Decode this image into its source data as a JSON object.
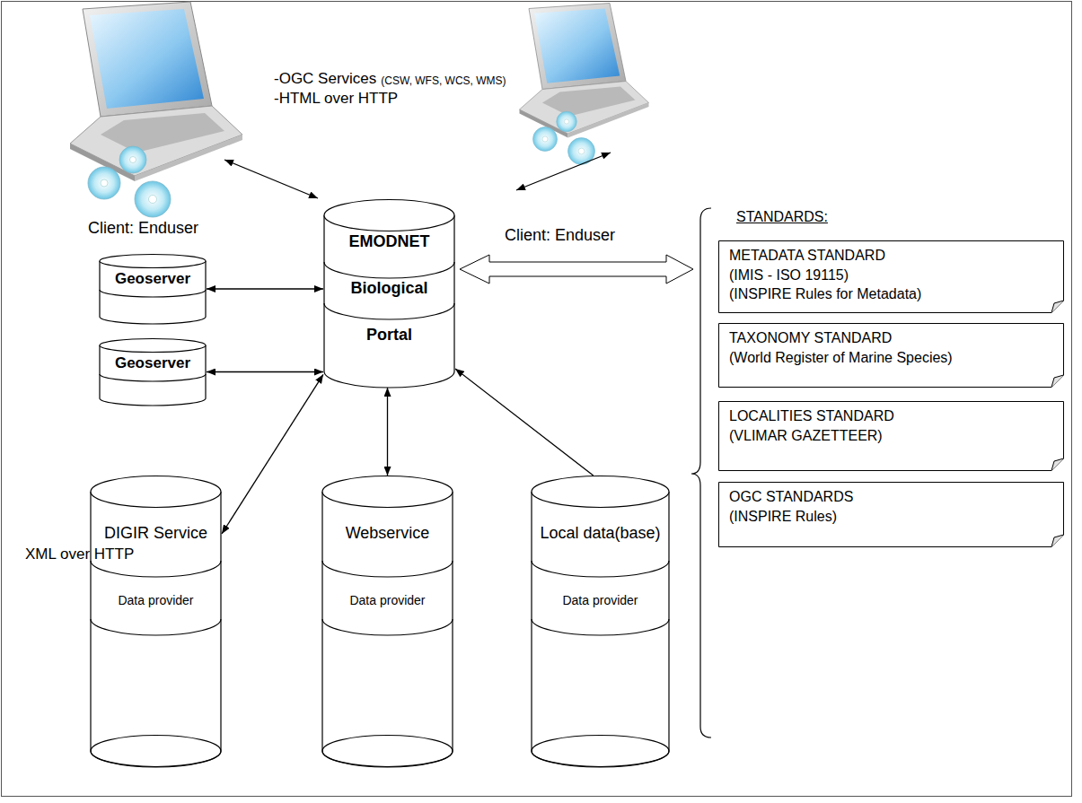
{
  "diagram": {
    "nodes": [
      {
        "text": [
          "EMODNET",
          "Biological",
          "Portal"
        ]
      },
      {
        "text": [
          "Geoserver"
        ]
      },
      {
        "text": [
          "Geoserver"
        ]
      },
      {
        "text": [
          "DIGIR Service",
          "Data provider"
        ]
      },
      {
        "text": [
          "Webservice",
          "Data provider"
        ]
      },
      {
        "text": [
          "Local data(base)",
          "Data provider"
        ]
      },
      {
        "text": [
          "METADATA STANDARD",
          "(IMIS - ISO 19115)",
          "(INSPIRE Rules for Metadata)"
        ]
      },
      {
        "text": [
          "TAXONOMY STANDARD",
          "(World Register of Marine Species)"
        ]
      },
      {
        "text": [
          "LOCALITIES STANDARD",
          "(VLIMAR GAZETTEER)"
        ]
      },
      {
        "text": [
          "OGC STANDARDS",
          "(INSPIRE Rules)"
        ]
      }
    ],
    "edges": [
      {
        "from": 1,
        "to": 0,
        "arrow": "both"
      },
      {
        "from": 2,
        "to": 0,
        "arrow": "both"
      },
      {
        "from": 3,
        "to": 0,
        "arrow": "both"
      },
      {
        "from": 4,
        "to": 0,
        "arrow": "both"
      },
      {
        "from": 5,
        "to": 0,
        "arrow": "to"
      }
    ],
    "labels": [
      "-OGC Services",
      "(CSW, WFS, WCS, WMS)",
      "-HTML over HTTP",
      "Client: Enduser",
      "Client: Enduser",
      "XML over HTTP",
      "STANDARDS:"
    ]
  }
}
